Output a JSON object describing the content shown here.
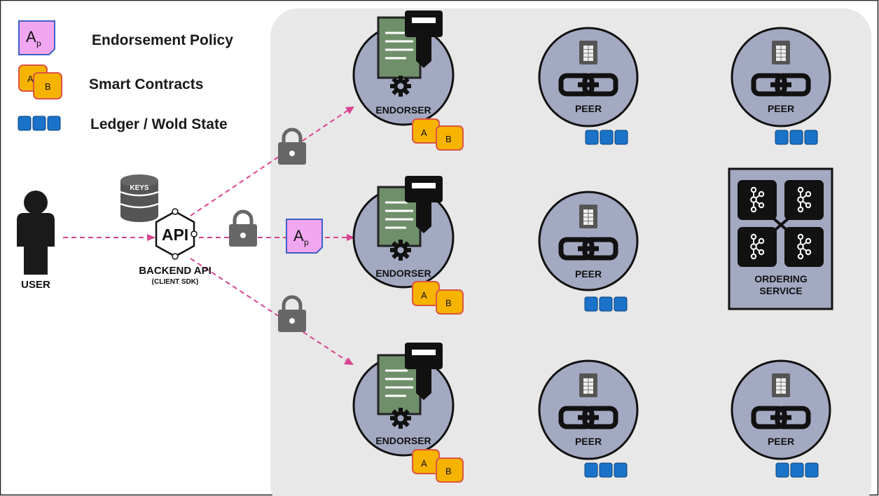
{
  "legend": {
    "endorsement_policy": "Endorsement Policy",
    "smart_contracts": "Smart Contracts",
    "ledger": "Ledger / Wold State"
  },
  "icons": {
    "policy_letter": "A",
    "policy_subscript": "p",
    "contract_a": "A",
    "contract_b": "B"
  },
  "user": {
    "label": "USER"
  },
  "keys": {
    "label": "KEYS"
  },
  "api": {
    "badge": "API",
    "label": "BACKEND API",
    "sublabel": "(CLIENT SDK)"
  },
  "nodes": {
    "endorser_label": "ENDORSER",
    "peer_label": "PEER"
  },
  "ordering": {
    "label_line1": "ORDERING",
    "label_line2": "SERVICE"
  },
  "colors": {
    "network_bg": "#e8e8e8",
    "node_fill": "#a4a9c2",
    "arrow": "#d9458f",
    "ledger_block": "#1a73c9",
    "contract_fill": "#f6b300",
    "policy_fill": "#f0a6f0",
    "policy_border": "#3c5fc7",
    "doc_green": "#6f8f6a"
  }
}
